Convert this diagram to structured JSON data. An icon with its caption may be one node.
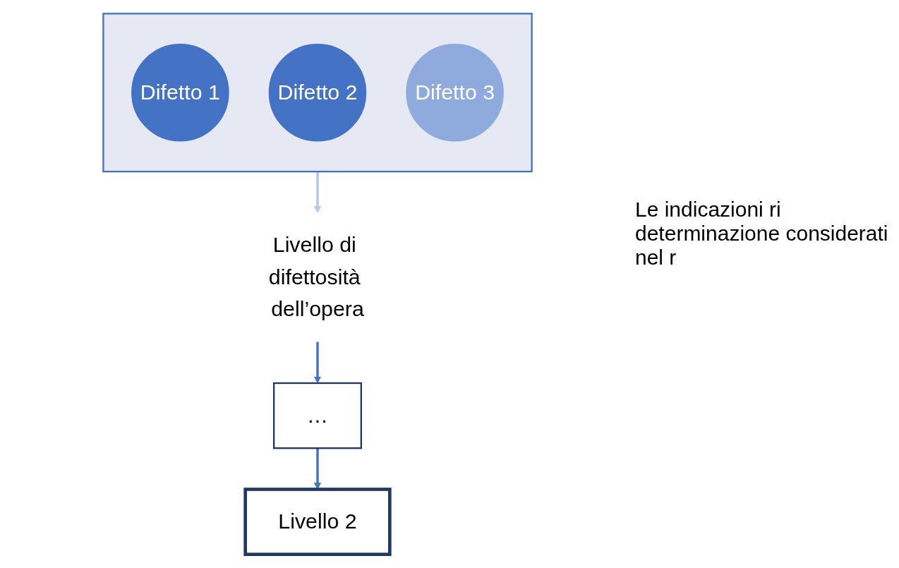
{
  "diagram": {
    "nodes": [
      {
        "text": [],
        "shape": "funnel"
      },
      {
        "text": [
          "Difetto 1"
        ],
        "in": 0
      },
      {
        "text": [
          "Difetto 2"
        ],
        "in": 0
      },
      {
        "text": [
          "Difetto 3"
        ],
        "in": 0
      },
      {
        "text": [
          "Livello di difettosità dell’opera"
        ]
      },
      {
        "text": [
          "…"
        ]
      },
      {
        "text": [
          "Livello 2"
        ]
      }
    ],
    "edges": [
      {
        "from": 0,
        "to": 4,
        "arrow": "to",
        "color": "#b4c7e7"
      },
      {
        "from": 4,
        "to": 5,
        "arrow": "to"
      },
      {
        "from": 5,
        "to": 6,
        "arrow": "to"
      }
    ],
    "labels": [
      "Le indicazioni ri determinazione considerati nel r"
    ]
  }
}
